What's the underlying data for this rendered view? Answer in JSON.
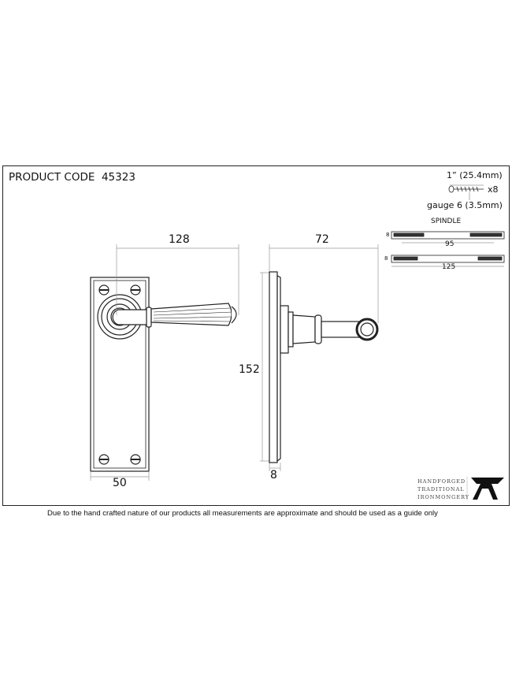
{
  "product_code_label": "PRODUCT CODE",
  "product_code": "45323",
  "dimensions": {
    "width_projection": "128",
    "plate_width": "50",
    "plate_height": "152",
    "projection": "72",
    "plate_depth": "8"
  },
  "screw": {
    "length": "1” (25.4mm)",
    "quantity": "x8",
    "gauge": "gauge 6 (3.5mm)"
  },
  "spindle": {
    "title": "SPINDLE",
    "short_size": "8",
    "short_length": "95",
    "long_size": "8",
    "long_length": "125"
  },
  "logo": {
    "line1": "HANDFORGED",
    "line2": "TRADITIONAL",
    "line3": "IRONMONGERY"
  },
  "footer": "Due to the hand crafted nature of our products all measurements are approximate and should be used as a guide only"
}
